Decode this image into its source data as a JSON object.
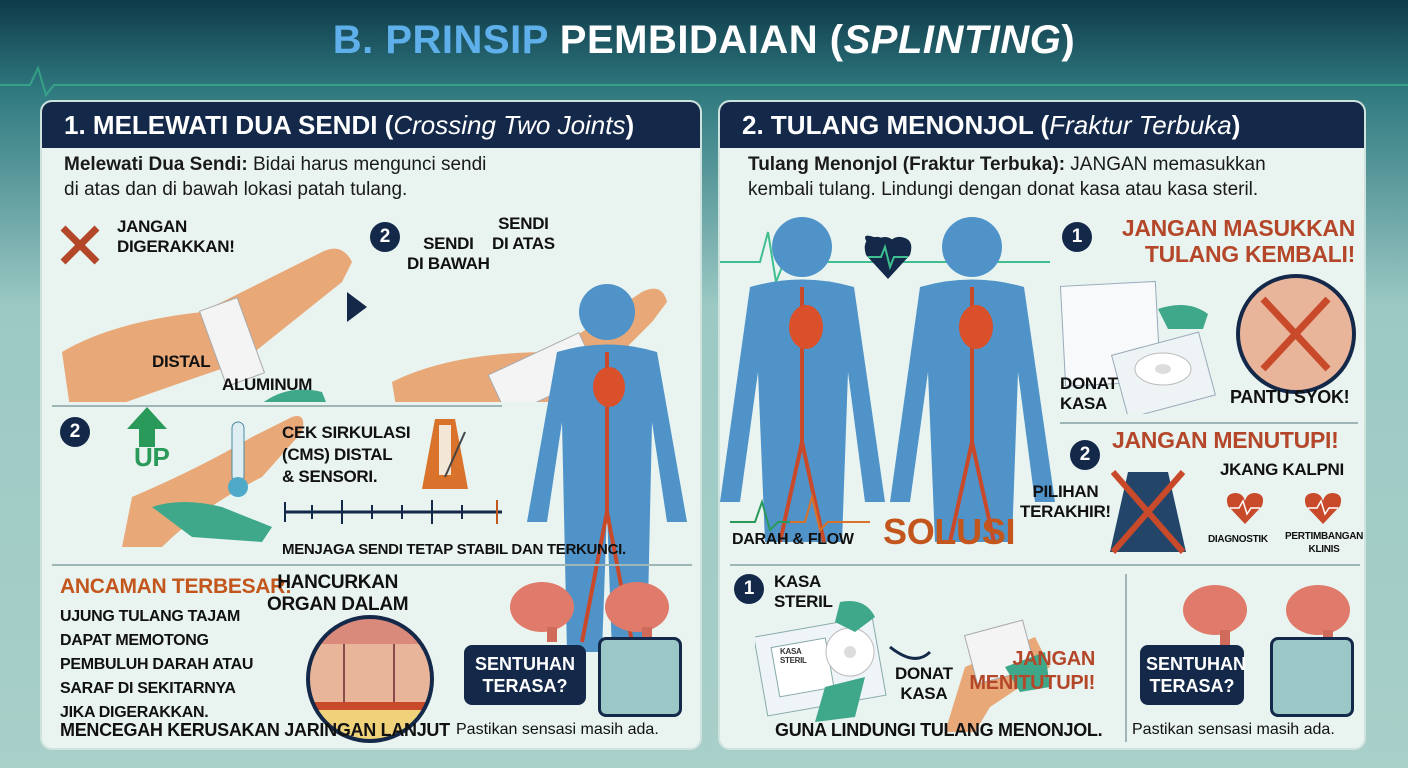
{
  "title": {
    "prefix": "B. PRINSIP",
    "main": "PEMBIDAIAN (",
    "italic": "SPLINTING",
    "suffix": ")"
  },
  "left": {
    "header": {
      "main": "1. MELEWATI DUA SENDI (",
      "italic": "Crossing Two Joints",
      "suffix": ")"
    },
    "intro_bold": "Melewati Dua Sendi:",
    "intro_text": " Bidai harus mengunci sendi",
    "intro_line2": "di atas dan di bawah lokasi patah tulang.",
    "jangan": "JANGAN",
    "digerakkan": "DIGERAKKAN!",
    "distal": "DISTAL",
    "aluminum": "ALUMINUM",
    "step2_num": "2",
    "sendi_bawah_1": "SENDI",
    "sendi_bawah_2": "DI BAWAH",
    "sendi_atas_1": "SENDI",
    "sendi_atas_2": "DI ATAS",
    "step2b_num": "2",
    "up": "UP",
    "cek_1": "CEK SIRKULASI",
    "cek_2": "(CMS) DISTAL",
    "cek_3": "& SENSORI.",
    "menjaga": "MENJAGA SENDI TETAP STABIL DAN TERKUNCI.",
    "ancaman": "ANCAMAN TERBESAR:",
    "hancurkan_1": "HANCURKAN",
    "hancurkan_2": "ORGAN DALAM",
    "body_lines": [
      "UJUNG TULANG TAJAM",
      "DAPAT MEMOTONG",
      "PEMBULUH DARAH ATAU",
      "SARAF DI SEKITARNYA",
      "JIKA DIGERAKKAN."
    ],
    "sentuhan_1": "SENTUHAN",
    "sentuhan_2": "TERASA?",
    "mencegah": "MENCEGAH KERUSAKAN JARINGAN LANJUT",
    "pastikan": "Pastikan sensasi masih ada."
  },
  "right": {
    "header": {
      "main": "2. TULANG MENONJOL (",
      "italic": "Fraktur Terbuka",
      "suffix": ")"
    },
    "intro_bold": "Tulang Menonjol (Fraktur Terbuka):",
    "intro_text": " JANGAN memasukkan",
    "intro_line2": "kembali tulang. Lindungi dengan donat kasa atau kasa steril.",
    "step1_num": "1",
    "masukkan_1": "JANGAN MASUKKAN",
    "masukkan_2": "TULANG KEMBALI!",
    "donat_1": "DONAT",
    "donat_2": "KASA",
    "pantu": "PANTU SYOK!",
    "step2_num": "2",
    "menutupi": "JANGAN MENUTUPI!",
    "jkang": "JKANG KALPNI",
    "pilihan_1": "PILIHAN",
    "pilihan_2": "TERAKHIR!",
    "diagnostik": "DIAGNOSTIK",
    "pertimbangan_1": "PERTIMBANGAN",
    "pertimbangan_2": "KLINIS",
    "darah": "DARAH & FLOW",
    "solusi": "SOLUSI",
    "step3_num": "1",
    "kasa_1": "KASA",
    "kasa_2": "STERIL",
    "pkg_1": "KASA",
    "pkg_2": "STERIL",
    "donat2_1": "DONAT",
    "donat2_2": "KASA",
    "jangan2_1": "JANGAN",
    "jangan2_2": "MENITUTUPI!",
    "guna": "GUNA LINDUNGI TULANG MENONJOL.",
    "sentuhan_1": "SENTUHAN",
    "sentuhan_2": "TERASA?",
    "pastikan": "Pastikan sensasi masih ada."
  },
  "colors": {
    "navy": "#14294a",
    "accent_blue": "#5fb0ea",
    "warning_red": "#b4472a",
    "orange": "#c2561d",
    "glove_green": "#3fa88a",
    "body_blue": "#4f93c9"
  }
}
